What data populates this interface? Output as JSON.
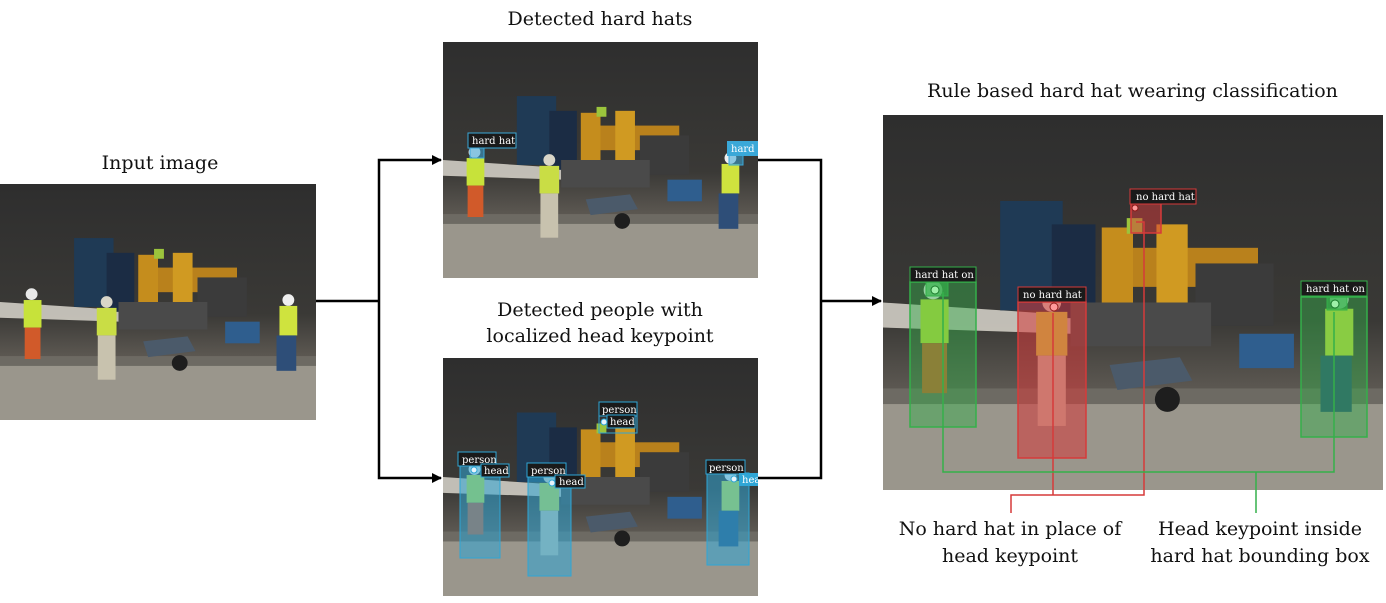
{
  "titles": {
    "input": "Input image",
    "hardhats": "Detected hard hats",
    "people_line1": "Detected people with",
    "people_line2": "localized head keypoint",
    "rule": "Rule based hard hat wearing classification"
  },
  "labels": {
    "hard_hat": "hard hat",
    "person": "person",
    "head": "head",
    "hard_hat_on": "hard hat on",
    "no_hard_hat": "no hard hat"
  },
  "notes": {
    "no_hat_line1": "No hard hat in place of",
    "no_hat_line2": "head keypoint",
    "inside_line1": "Head keypoint inside",
    "inside_line2": "hard hat bounding box"
  },
  "colors": {
    "hard_hat_box": "#3aa8d8",
    "person_box": "#2fa6d6",
    "hard_hat_on": "#34b04a",
    "no_hard_hat": "#d63a3a",
    "arrow": "#000000"
  }
}
